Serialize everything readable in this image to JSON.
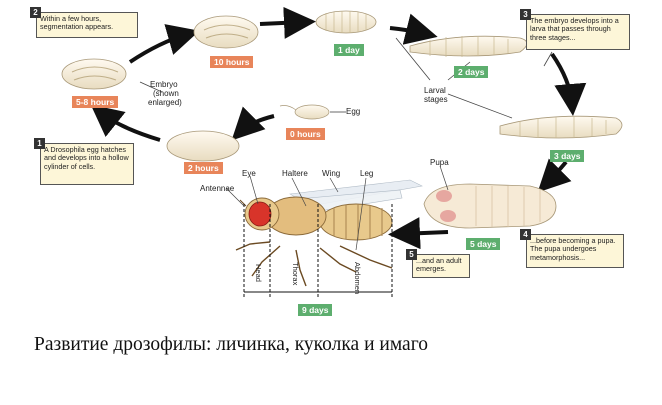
{
  "callouts": [
    {
      "num": "2",
      "text": "Within a few hours, segmentation appears."
    },
    {
      "num": "3",
      "text": "The embryo develops into a larva that passes through three stages..."
    },
    {
      "num": "1",
      "text": "A Drosophila egg hatches and develops into a hollow cylinder of cells."
    },
    {
      "num": "4",
      "text": "...before becoming a pupa. The pupa undergoes metamorphosis..."
    },
    {
      "num": "5",
      "text": "...and an adult emerges."
    }
  ],
  "times": {
    "t10h": "10 hours",
    "t1d": "1 day",
    "t2d": "2 days",
    "t3d": "3 days",
    "t58h": "5-8 hours",
    "t0h": "0 hours",
    "t2h": "2 hours",
    "t5d": "5 days",
    "t9d": "9 days"
  },
  "labels": {
    "embryo": "Embryo",
    "shown": "(shown",
    "enlarged": "enlarged)",
    "egg": "Egg",
    "larval": "Larval",
    "stages": "stages",
    "pupa": "Pupa",
    "antennae": "Antennae",
    "eye": "Eye",
    "haltere": "Haltere",
    "wing": "Wing",
    "leg": "Leg",
    "head": "Head",
    "thorax": "Thorax",
    "abdomen": "Abdomen"
  },
  "caption": "Развитие дрозофилы: личинка, куколка и имаго",
  "colors": {
    "orange_tag": "#e8855a",
    "green_tag": "#5dae6e",
    "callout_bg": "#fdf6d8",
    "body_tan": "#e8c98c",
    "eye_red": "#d8342a"
  }
}
